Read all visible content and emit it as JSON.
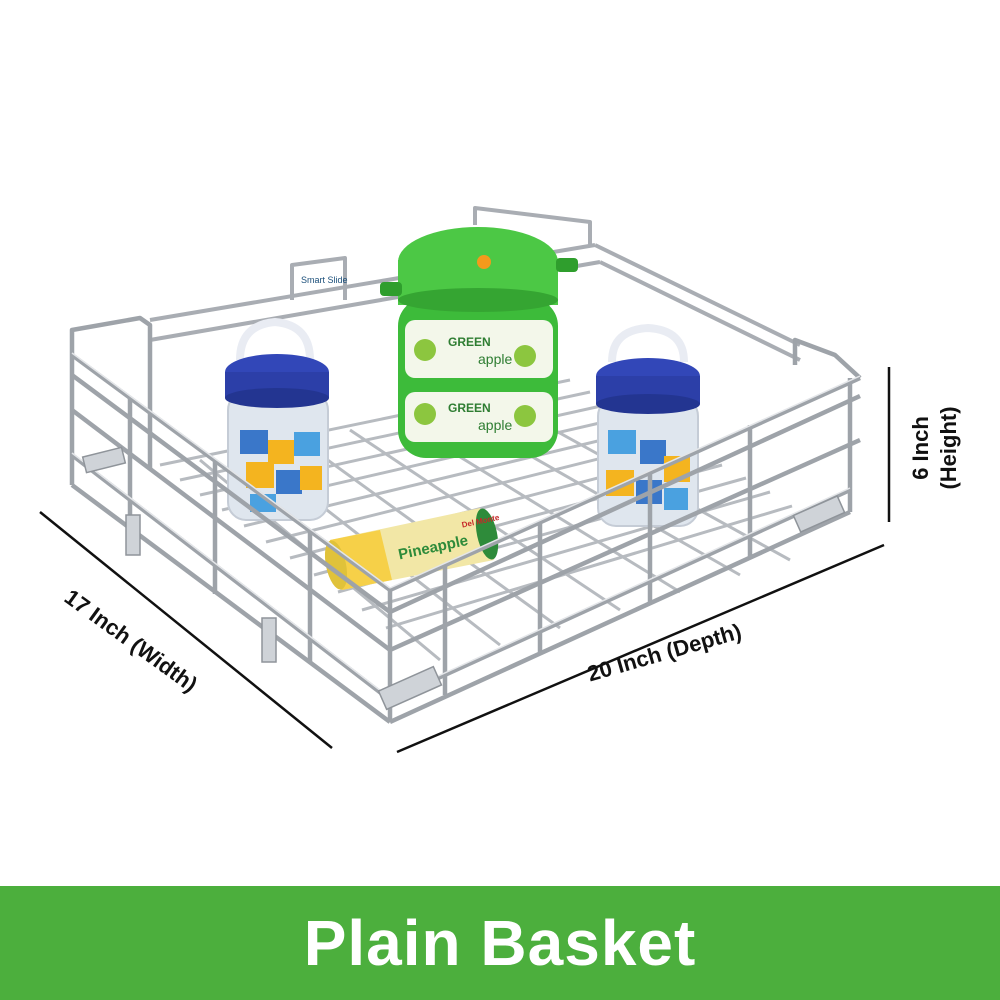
{
  "dimensions": {
    "width_label": "17 Inch (Width)",
    "depth_label": "20 Inch (Depth)",
    "height_label_line1": "6 Inch",
    "height_label_line2": "(Height)"
  },
  "product": {
    "brand_tag": "Smart Slide",
    "tiffin_text_1": "GREEN",
    "tiffin_text_2": "apple",
    "can_text": "Pineapple",
    "can_brand": "Del Monte"
  },
  "banner": {
    "title": "Plain Basket",
    "color": "#4caf3d"
  },
  "colors": {
    "wire": "#a9adb3",
    "wire_highlight": "#e4e6e9",
    "tiffin_green": "#3dbb3a",
    "jar_lid_blue": "#2c3fa8",
    "dimension_line": "#111111"
  }
}
